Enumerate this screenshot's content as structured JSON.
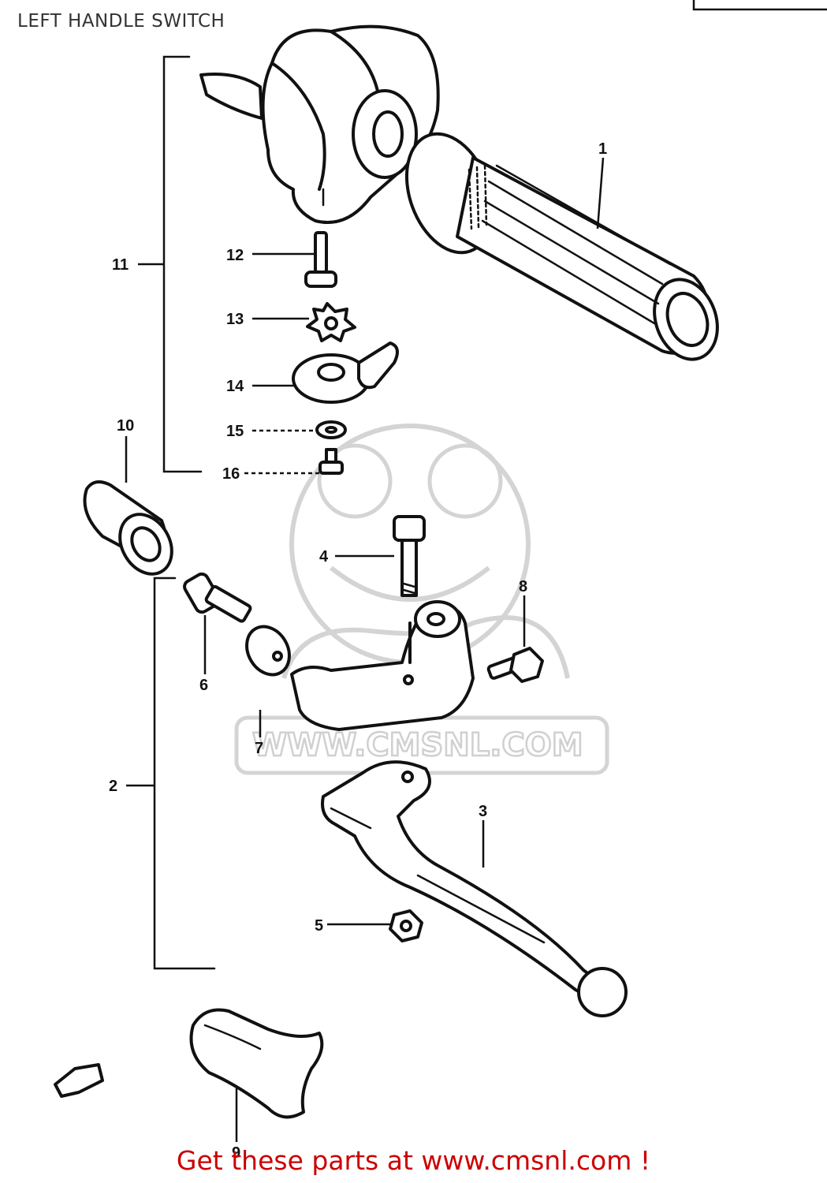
{
  "title": "LEFT HANDLE SWITCH",
  "watermark": "WWW.CMSNL.COM",
  "footer_link": "Get these parts at www.cmsnl.com !",
  "callouts": [
    "1",
    "2",
    "3",
    "4",
    "5",
    "6",
    "7",
    "8",
    "9",
    "10",
    "11",
    "12",
    "13",
    "14",
    "15",
    "16"
  ],
  "parts": [
    {
      "id": "1",
      "icon": "handlebar-grip"
    },
    {
      "id": "2",
      "icon": "clutch-lever-assembly-bracket"
    },
    {
      "id": "3",
      "icon": "clutch-lever"
    },
    {
      "id": "4",
      "icon": "lever-pivot-bolt"
    },
    {
      "id": "5",
      "icon": "nut"
    },
    {
      "id": "6",
      "icon": "adjuster-bolt"
    },
    {
      "id": "7",
      "icon": "lever-holder"
    },
    {
      "id": "8",
      "icon": "clamp-bolt"
    },
    {
      "id": "9",
      "icon": "lever-cover"
    },
    {
      "id": "10",
      "icon": "cable-boot"
    },
    {
      "id": "11",
      "icon": "switch-assembly-bracket"
    },
    {
      "id": "12",
      "icon": "screw"
    },
    {
      "id": "13",
      "icon": "star-washer"
    },
    {
      "id": "14",
      "icon": "choke-lever"
    },
    {
      "id": "15",
      "icon": "washer"
    },
    {
      "id": "16",
      "icon": "small-screw"
    }
  ]
}
